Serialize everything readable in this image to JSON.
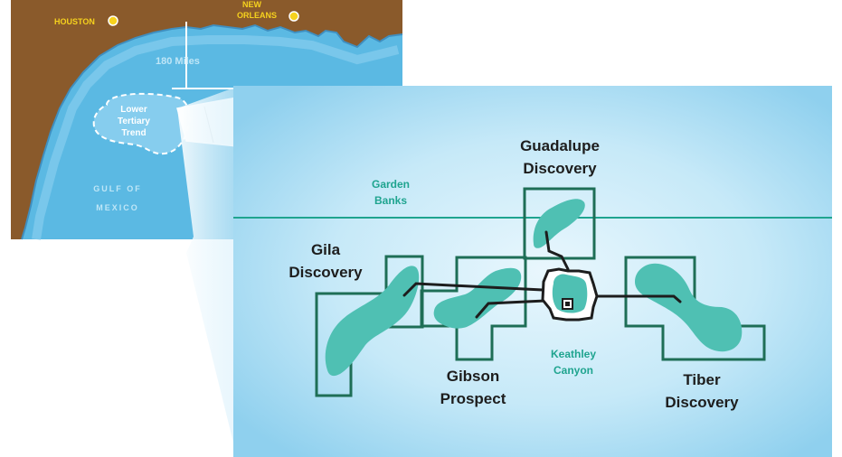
{
  "inset_map": {
    "cities": [
      "HOUSTON",
      "NEW",
      "ORLEANS"
    ],
    "distance_label": "180 Miles",
    "trend_label": [
      "Lower",
      "Tertiary",
      "Trend"
    ],
    "gulf_label": [
      "GULF OF",
      "MEXICO"
    ]
  },
  "main_map": {
    "area_labels": {
      "garden_banks": [
        "Garden",
        "Banks"
      ],
      "keathley_canyon": [
        "Keathley",
        "Canyon"
      ]
    },
    "prospects": {
      "guadalupe": [
        "Guadalupe",
        "Discovery"
      ],
      "gila": [
        "Gila",
        "Discovery"
      ],
      "gibson": [
        "Gibson",
        "Prospect"
      ],
      "tiber": [
        "Tiber",
        "Discovery"
      ]
    }
  },
  "colors": {
    "land": "#8a5a2b",
    "water": "#5bb9e3",
    "main_bg": "#a9dcf3",
    "block_outline": "#1e6e56",
    "reservoir": "#4fc0b3",
    "label_teal": "#1fa48f",
    "city_dot": "#f6d21e",
    "text_dark": "#1d1d1d"
  }
}
